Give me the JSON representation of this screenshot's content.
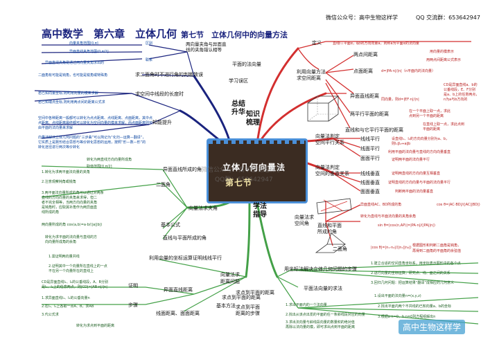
{
  "header": {
    "account": "微信公众号：高中生物这样学",
    "qq": "QQ 交流群：653642947"
  },
  "title": {
    "main": "高中数学　第六章　立体几何",
    "sub": "第七节　立体几何中的向量方法"
  },
  "center": {
    "line1": "立体几何向量法",
    "line2": "第七节",
    "watermark1": "微信公众号：高中生物这样学",
    "watermark2": "QQ群：653642947"
  },
  "hubs": {
    "summary": "总结\n升华",
    "knowledge": "知识\n梳理",
    "study": "学法\n指导"
  },
  "left_top": {
    "area1": "两向量夹角与异面直\n线的夹角错认相等",
    "area2": "求二面角时不进行角的判断致误",
    "area3": "学习误区",
    "area4": "求空间中线段的长度时",
    "area5": "知能提升",
    "n1": "向量夹角范围[0,π]",
    "n2": "区别",
    "n3": "异面直线夹角范围(0,π/2]",
    "n4": "联系",
    "n5": "异面直线夹角是通过两向量夹角求出的",
    "n6": "二面角有可能是钝角，也可能是锐角或特殊角",
    "n7": "若已知向量坐标,则利用向量的模来求解",
    "n8": "若已知端点坐标,则利用两点间的距离公式求",
    "n9": "空间中各种距离一般都可以转化为点点距离、点线距离、点面距离，其中点",
    "n10": "点距离、点线距离最终都可以转化为空间向量的模来求解，而点面距离则可",
    "n11": "由平面的法向量来求解",
    "n12": "向量法解决立体几何问题的“三步曲”可以简记为“化归—运算—翻译”，",
    "n13": "它实质上是数形结合思想与等价转化思想的运用，按照“形—数—形”的",
    "n14": "转化途径进行两次等价转化"
  },
  "left_bottom": {
    "a1": "异面直线所成的角",
    "a2": "二面角",
    "a3": "向量法求夹角",
    "a4": "基本公式",
    "a5": "直线与平面所成的角",
    "a6": "利用向量的坐标运算证明线线平行",
    "a7": "证明",
    "a8": "步骤",
    "a9": "向量法求\n距离问题",
    "a10": "异面直线距离",
    "a11": "线面距离、面面距离",
    "a12": "求点到平面的距离",
    "b1": "转化为两直线方向向量所成角",
    "b2": "取值范围[0,π/2]",
    "b3": "1.转化为求两平面法向量的夹角",
    "b4": "2.注意观察钝角或锐角",
    "b5": "3.两平面法向量所成的角可以通过对两条",
    "b6": "直线的方向向量的夹角来求得，但二",
    "b7": "者不完全相等，当两方向向量的夹角",
    "b8": "是钝角时，应取其补角作为两异面直",
    "b9": "线所成的角",
    "b10": "两向量所成的角 cos⟨a,b⟩=a·b/(|a||b|)",
    "b11": "转化为求平面的法向量与直线的方",
    "b12": "向向量所成角的余角",
    "b13": "1.需证明两向量共线",
    "b14": "2.证明其中一个向量所在直线上的一点",
    "b15": "不在另一个向量所在的直线上",
    "b16": "CD是异面直线l₁、l₂的公垂线段，A、B分别",
    "b17": "是l₁、l₂上的任意两点，则|CD|=|AB·n|/|n|",
    "b18": "1.求异面直线l₁、l₂的公垂向量n",
    "b19": "2.在l₁、l₂上各取一点A、B，求AB",
    "b20": "3.代公式求",
    "b21": "转化为求点到平面的距离"
  },
  "right": {
    "r1": "定义",
    "r2": "直线l⊥平面α，取l的方向向量a，则称a为平面α的法向量",
    "r3": "平面的法向量",
    "r4": "利用向量方法\n求空间距离",
    "r5": "两点间距离",
    "r6": "用向量的模表示",
    "r7": "用两点间距离公式表示",
    "r8": "点面距离",
    "r9": "d=|PA·n|/|n|（n平面内的法向量）",
    "r10": "异面直线距离",
    "r11": "CD是异面直线a、b的",
    "r12": "公垂线段，E、F分别",
    "r13": "是a、b上的任意两点，",
    "r14": "n为a与b方向的",
    "r15": "同向量，则d=|EF·n|/|n|",
    "r16": "两平行平面的距离",
    "r17": "在一个平面上取一点，求此",
    "r18": "点到另一个平面的距离",
    "r19": "直线和与它平行平面的距离",
    "r20": "在直线上取一点，求此点到",
    "r21": "平面的距离",
    "r22": "向量法判定\n空间平行关系",
    "r23": "线线平行",
    "r24": "设直线l₁、l₂的方向向量分别为a、b，",
    "r25": "则l₁∥l₂⇔a∥b",
    "r26": "线面平行",
    "r27": "利用平面的法向量与直线的方向向量垂直",
    "r28": "面面平行",
    "r29": "证明两平面的法向量平行",
    "r30": "向量法判定\n空间的垂直关系",
    "r31": "线线垂直",
    "r32": "证明两直线的方向向量互相垂直",
    "r33": "线面垂直",
    "r34": "证明直线的方向向量与平面的法向量平行",
    "r35": "面面垂直",
    "r36": "判断两平面的法向量垂直",
    "r37": "异面直线AC、BD所成的角",
    "r38": "cos θ=|AC·BD|/(|AC||BD|)",
    "r39": "转化为直线与平面法向量的夹角余角",
    "r40": "直线和平面\n所成的角",
    "r41": "sin θ=|cos⟨n,AP⟩|=|PA·n|/(|PA||n|)",
    "r42": "向量法求\n空间角",
    "r43": "二面角",
    "r44": "|cos θ|=|n₁·n₂|/(|n₁||n₂|)",
    "r45": "根据图形和判断二面角是钝角，",
    "r46": "再得到二面角的平面角的余弦值",
    "r47": "用坐标法解决立体几何问题的步骤",
    "r48": "1.建立合适的空间直角坐标系，用坐标表示图形中的各个点",
    "r49": "2.进行向量的坐标运算，研究点、线、面之间的关系",
    "r50": "3.回归几何问题：把运算结果“翻译”成相应的几何意义",
    "r51": "平面法向量的求法",
    "r52": "基本方法",
    "r53": "求点到平面的距离",
    "r54": "求点到平面\n距离的步骤",
    "r55": "1.设出平面的法向量n=(x,y,z)",
    "r56": "1.求出平面内的一个法向量",
    "r57": "2.找出从该点出发的平面的任一条斜线段对应的向量",
    "r58": "2.找出平面内两个不共线的已知向量a、b的坐标",
    "r59": "3.求出法向量与斜线段向量的数量积的绝对值",
    "r60": "再除以法向量的模，即可求出点到平面的距离",
    "r61": "3.根据a·n=0、b·n=0列方程组解出n"
  },
  "logo": "高中生物这样学"
}
